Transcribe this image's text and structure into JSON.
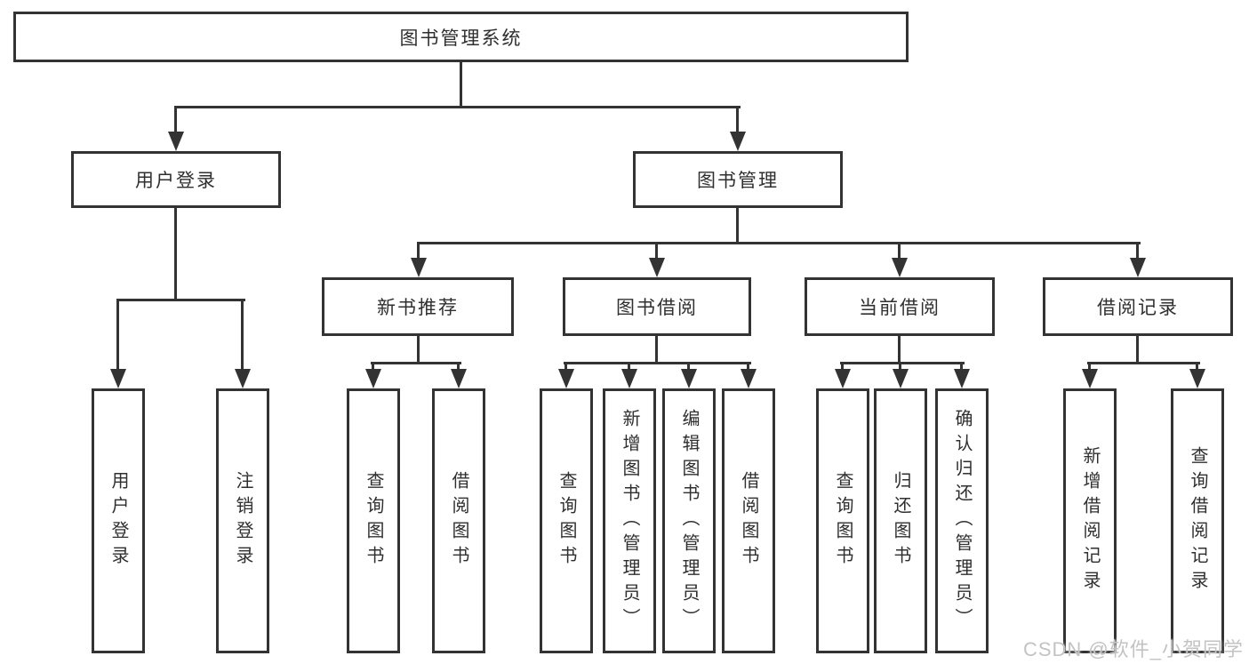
{
  "theme": {
    "background": "#ffffff",
    "line": "#333333",
    "text": "#2f2f2f",
    "watermark": "#c3c3c3"
  },
  "watermark": {
    "text": "CSDN @软件_小贺同学"
  },
  "diagram": {
    "type": "tree",
    "root": {
      "label": "图书管理系统",
      "children": [
        {
          "label": "用户登录",
          "children": [
            {
              "label": "用户登录"
            },
            {
              "label": "注销登录"
            }
          ]
        },
        {
          "label": "图书管理",
          "children": [
            {
              "label": "新书推荐",
              "children": [
                {
                  "label": "查询图书"
                },
                {
                  "label": "借阅图书"
                }
              ]
            },
            {
              "label": "图书借阅",
              "children": [
                {
                  "label": "查询图书"
                },
                {
                  "label": "新增图书（管理员）"
                },
                {
                  "label": "编辑图书（管理员）"
                },
                {
                  "label": "借阅图书"
                }
              ]
            },
            {
              "label": "当前借阅",
              "children": [
                {
                  "label": "查询图书"
                },
                {
                  "label": "归还图书"
                },
                {
                  "label": "确认归还（管理员）"
                }
              ]
            },
            {
              "label": "借阅记录",
              "children": [
                {
                  "label": "新增借阅记录"
                },
                {
                  "label": "查询借阅记录"
                }
              ]
            }
          ]
        }
      ]
    }
  }
}
